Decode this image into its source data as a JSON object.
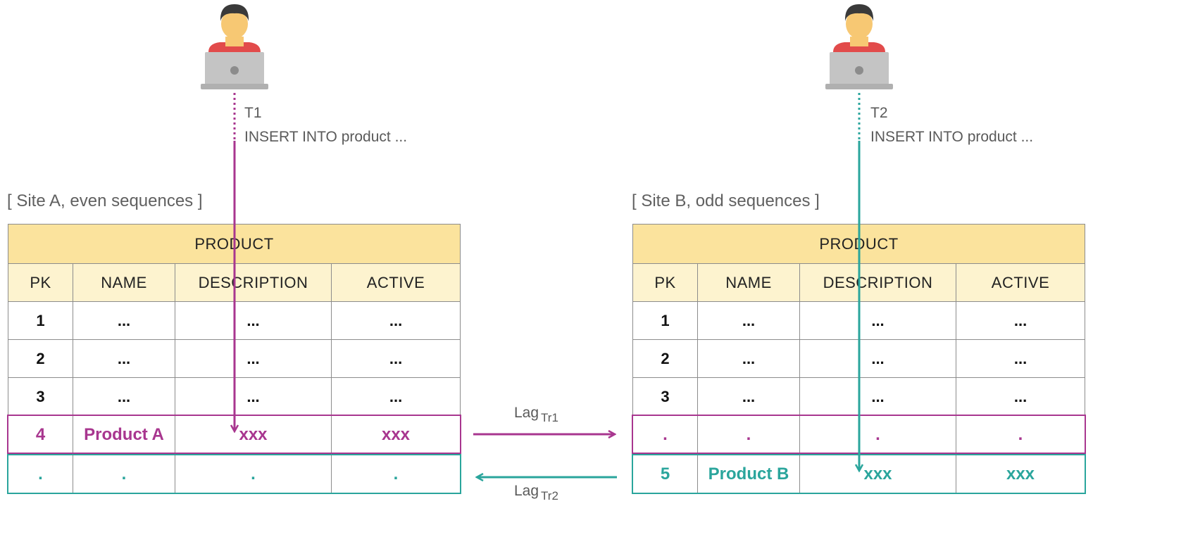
{
  "site_a": {
    "title": "[ Site A, even sequences ]",
    "transaction": {
      "id": "T1",
      "statement": "INSERT INTO product ..."
    },
    "table": {
      "name": "PRODUCT",
      "columns": [
        "PK",
        "NAME",
        "DESCRIPTION",
        "ACTIVE"
      ],
      "rows": [
        [
          "1",
          "...",
          "...",
          "..."
        ],
        [
          "2",
          "...",
          "...",
          "..."
        ],
        [
          "3",
          "...",
          "...",
          "..."
        ]
      ],
      "local_row": [
        "4",
        "Product A",
        "xxx",
        "xxx"
      ],
      "replicated_row": [
        ".",
        ".",
        ".",
        "."
      ]
    }
  },
  "site_b": {
    "title": "[ Site B, odd sequences ]",
    "transaction": {
      "id": "T2",
      "statement": "INSERT INTO product ..."
    },
    "table": {
      "name": "PRODUCT",
      "columns": [
        "PK",
        "NAME",
        "DESCRIPTION",
        "ACTIVE"
      ],
      "rows": [
        [
          "1",
          "...",
          "...",
          "..."
        ],
        [
          "2",
          "...",
          "...",
          "..."
        ],
        [
          "3",
          "...",
          "...",
          "..."
        ]
      ],
      "replicated_row": [
        ".",
        ".",
        ".",
        "."
      ],
      "local_row": [
        "5",
        "Product B",
        "xxx",
        "xxx"
      ]
    }
  },
  "lags": {
    "tr1": {
      "label": "Lag",
      "sub": "Tr1"
    },
    "tr2": {
      "label": "Lag",
      "sub": "Tr2"
    }
  },
  "colors": {
    "site_a_accent": "#a8368f",
    "site_b_accent": "#2aa59c",
    "header_title_bg": "#fbe39d",
    "header_cols_bg": "#fdf3cf"
  },
  "icons": {
    "user": "user-with-laptop-icon"
  }
}
